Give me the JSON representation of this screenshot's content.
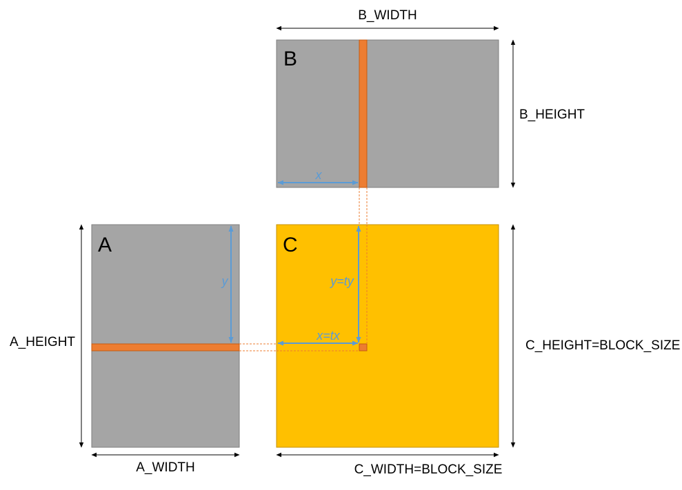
{
  "diagram": {
    "matrices": {
      "a": {
        "letter": "A",
        "width_label": "A_WIDTH",
        "height_label": "A_HEIGHT"
      },
      "b": {
        "letter": "B",
        "width_label": "B_WIDTH",
        "height_label": "B_HEIGHT"
      },
      "c": {
        "letter": "C",
        "width_label": "C_WIDTH=BLOCK_SIZE",
        "height_label": "C_HEIGHT=BLOCK_SIZE"
      }
    },
    "index_labels": {
      "b_x": "x",
      "a_y": "y",
      "c_y": "y=ty",
      "c_x": "x=tx"
    },
    "colors": {
      "matrix_fill": "#a5a5a5",
      "matrix_stroke": "#7f7f7f",
      "result_fill": "#ffc000",
      "result_stroke": "#c49000",
      "highlight": "#ed7d31",
      "highlight_stroke": "#c55a11",
      "index_arrow": "#5b9bd5",
      "dimension_arrow": "#000000"
    }
  }
}
